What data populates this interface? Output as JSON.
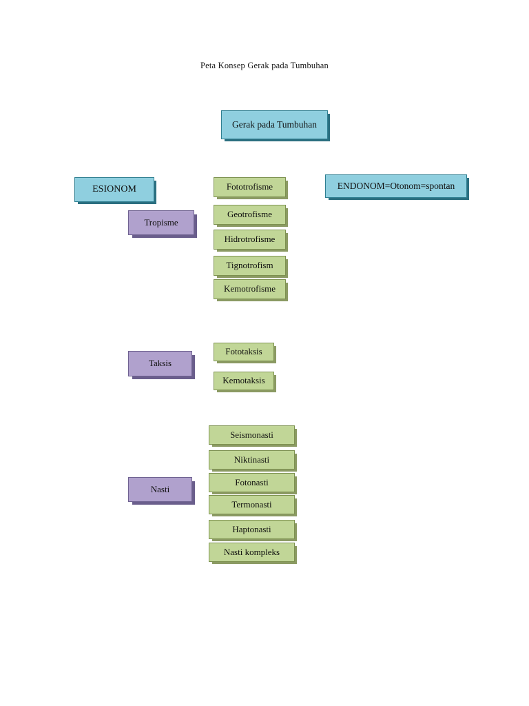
{
  "document": {
    "title": "Peta Konsep Gerak pada Tumbuhan"
  },
  "colors": {
    "blue_fill": "#8fcfdf",
    "blue_border": "#2f7f91",
    "blue_shadow": "#2b6f80",
    "green_fill": "#c1d697",
    "green_border": "#7d9150",
    "green_shadow": "#8b9a63",
    "purple_fill": "#b0a1cd",
    "purple_border": "#6f6291",
    "purple_shadow": "#6a5e8c",
    "page_background": "#ffffff",
    "text": "#10100f"
  },
  "diagram": {
    "root": {
      "label": "Gerak pada Tumbuhan",
      "color": "blue"
    },
    "branches": {
      "esionom": {
        "label": "ESIONOM",
        "color": "blue"
      },
      "endonom": {
        "label": "ENDONOM=Otonom=spontan",
        "color": "blue"
      }
    },
    "groups": [
      {
        "key": "tropisme",
        "label": "Tropisme",
        "color": "purple",
        "children": [
          {
            "label": "Fototrofisme",
            "color": "green"
          },
          {
            "label": "Geotrofisme",
            "color": "green"
          },
          {
            "label": "Hidrotrofisme",
            "color": "green"
          },
          {
            "label": "Tignotrofism",
            "color": "green"
          },
          {
            "label": "Kemotrofisme",
            "color": "green"
          }
        ]
      },
      {
        "key": "taksis",
        "label": "Taksis",
        "color": "purple",
        "children": [
          {
            "label": "Fototaksis",
            "color": "green"
          },
          {
            "label": "Kemotaksis",
            "color": "green"
          }
        ]
      },
      {
        "key": "nasti",
        "label": "Nasti",
        "color": "purple",
        "children": [
          {
            "label": "Seismonasti",
            "color": "green"
          },
          {
            "label": "Niktinasti",
            "color": "green"
          },
          {
            "label": "Fotonasti",
            "color": "green"
          },
          {
            "label": "Termonasti",
            "color": "green"
          },
          {
            "label": "Haptonasti",
            "color": "green"
          },
          {
            "label": "Nasti kompleks",
            "color": "green"
          }
        ]
      }
    ]
  }
}
